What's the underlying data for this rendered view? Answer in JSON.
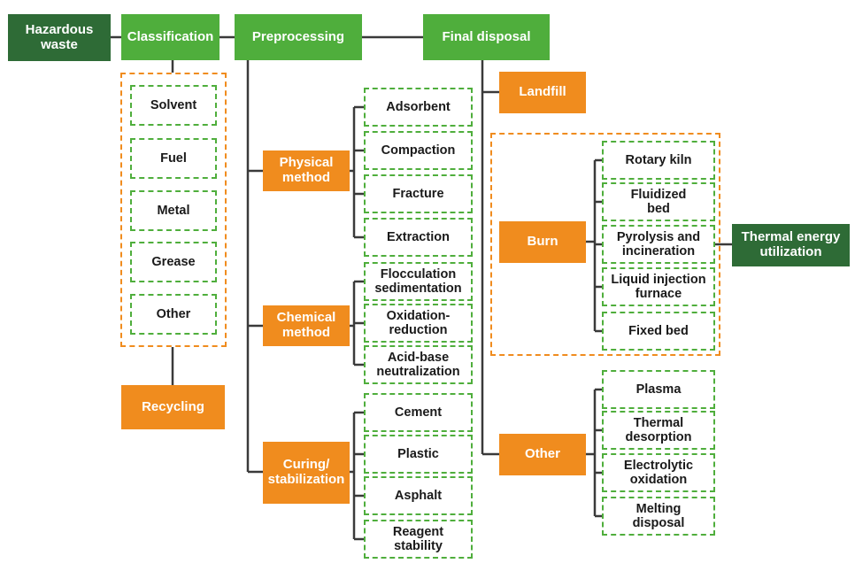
{
  "top": {
    "hazardous": "Hazardous\nwaste",
    "classification": "Classification",
    "preprocessing": "Preprocessing",
    "final_disposal": "Final disposal"
  },
  "classification_items": [
    "Solvent",
    "Fuel",
    "Metal",
    "Grease",
    "Other"
  ],
  "recycling": "Recycling",
  "physical": {
    "label": "Physical\nmethod",
    "items": [
      "Adsorbent",
      "Compaction",
      "Fracture",
      "Extraction"
    ]
  },
  "chemical": {
    "label": "Chemical\nmethod",
    "items": [
      "Flocculation\nsedimentation",
      "Oxidation-\nreduction",
      "Acid-base\nneutralization"
    ]
  },
  "curing": {
    "label": "Curing/\nstabilization",
    "items": [
      "Cement",
      "Plastic",
      "Asphalt",
      "Reagent\nstability"
    ]
  },
  "landfill": "Landfill",
  "burn": {
    "label": "Burn",
    "items": [
      "Rotary kiln",
      "Fluidized\nbed",
      "Pyrolysis and\nincineration",
      "Liquid injection\nfurnace",
      "Fixed bed"
    ]
  },
  "thermal": "Thermal energy\nutilization",
  "other": {
    "label": "Other",
    "items": [
      "Plasma",
      "Thermal\ndesorption",
      "Electrolytic\noxidation",
      "Melting\ndisposal"
    ]
  },
  "colors": {
    "dark_green": "#2e6b36",
    "green": "#4fae3c",
    "orange": "#f08c1e",
    "line": "#3a3a3a"
  }
}
